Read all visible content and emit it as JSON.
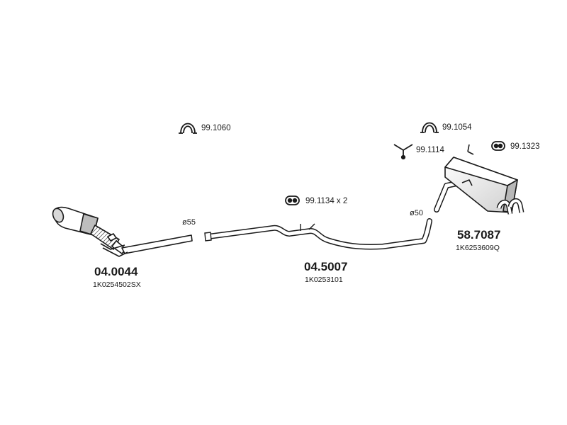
{
  "accessories": {
    "clamp_front": "99.1060",
    "clamp_rear": "99.1054",
    "bracket": "99.1114",
    "rubber_mount_rear": "99.1323",
    "rubber_mount_mid": "99.1134 x 2"
  },
  "parts": {
    "front": {
      "number": "04.0044",
      "oem": "1K0254502SX"
    },
    "middle": {
      "number": "04.5007",
      "oem": "1K0253101"
    },
    "rear": {
      "number": "58.7087",
      "oem": "1K6253609Q"
    }
  },
  "diameters": {
    "front": "ø55",
    "rear": "ø50"
  },
  "colors": {
    "line": "#1a1a1a",
    "fill": "#ffffff",
    "shade": "#9a9a9a"
  }
}
